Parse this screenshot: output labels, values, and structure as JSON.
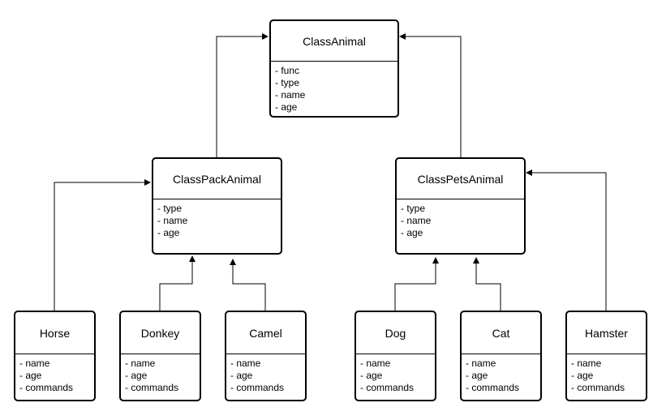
{
  "diagram": {
    "classes": {
      "animal": {
        "name": "ClassAnimal",
        "fields": [
          "- func",
          "- type",
          "- name",
          "- age"
        ]
      },
      "pack_animal": {
        "name": "ClassPackAnimal",
        "fields": [
          "- type",
          "- name",
          "- age"
        ]
      },
      "pets_animal": {
        "name": "ClassPetsAnimal",
        "fields": [
          "- type",
          "- name",
          "- age"
        ]
      },
      "horse": {
        "name": "Horse",
        "fields": [
          "- name",
          "- age",
          "- commands"
        ]
      },
      "donkey": {
        "name": "Donkey",
        "fields": [
          "- name",
          "- age",
          "- commands"
        ]
      },
      "camel": {
        "name": "Camel",
        "fields": [
          "- name",
          "- age",
          "- commands"
        ]
      },
      "dog": {
        "name": "Dog",
        "fields": [
          "- name",
          "- age",
          "- commands"
        ]
      },
      "cat": {
        "name": "Cat",
        "fields": [
          "- name",
          "- age",
          "- commands"
        ]
      },
      "hamster": {
        "name": "Hamster",
        "fields": [
          "- name",
          "- age",
          "- commands"
        ]
      }
    },
    "relations": [
      {
        "from": "pack_animal",
        "to": "animal"
      },
      {
        "from": "pets_animal",
        "to": "animal"
      },
      {
        "from": "horse",
        "to": "pack_animal"
      },
      {
        "from": "donkey",
        "to": "pack_animal"
      },
      {
        "from": "camel",
        "to": "pack_animal"
      },
      {
        "from": "dog",
        "to": "pets_animal"
      },
      {
        "from": "cat",
        "to": "pets_animal"
      },
      {
        "from": "hamster",
        "to": "pets_animal"
      }
    ]
  }
}
